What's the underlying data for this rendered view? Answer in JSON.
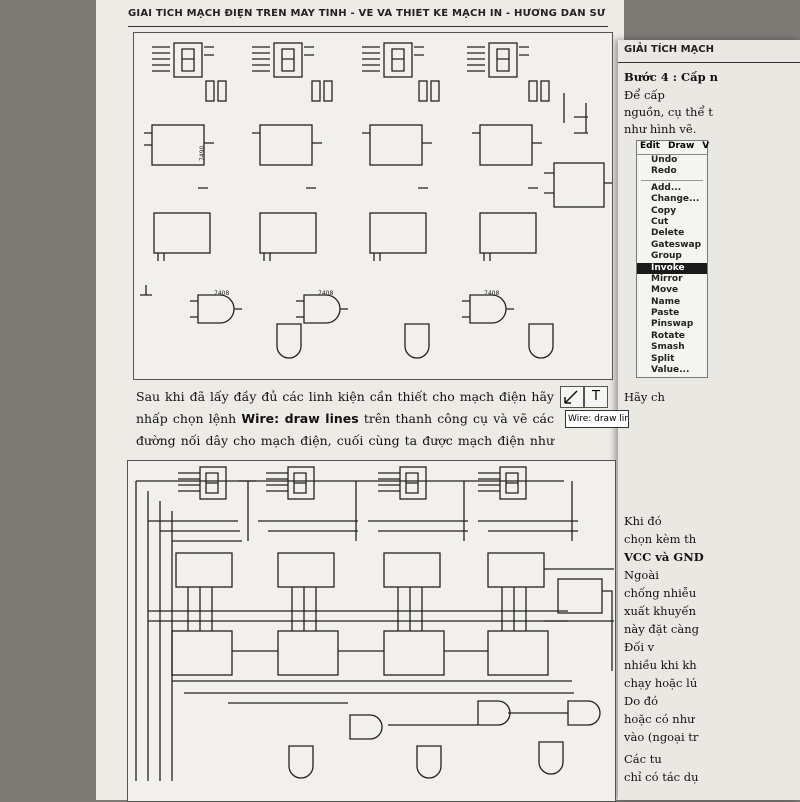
{
  "header": {
    "title": "GIẢI TÍCH MẠCH ĐIỆN TRÊN MÁY TÍNH - VẼ VÀ THIẾT KẾ MẠCH IN - HƯỚNG DẪN SỬ DỤNG EAGLE",
    "right_title": "GIẢI TÍCH MẠCH"
  },
  "schematic": {
    "part_label": "7490",
    "gate_label": "7408"
  },
  "paragraph": {
    "text_before": "Sau khi đã lấy đầy đủ các linh kiện cần thiết cho mạch điện hãy nhấp chọn lệnh ",
    "command": "Wire: draw lines",
    "text_after": " trên thanh công cụ và vẽ các đường nối dây cho mạch điện, cuối cùng ta được mạch điện như sau :"
  },
  "toolbar": {
    "wire_icon": "wire-pencil-icon",
    "text_icon": "T",
    "tooltip": "Wire: draw lines"
  },
  "right_page": {
    "step": "Bước 4 : Cấp n",
    "lines_top": [
      "Để cấp",
      "nguồn, cụ thể t",
      "như hình vẽ."
    ],
    "lines_mid": [
      "Hãy ch"
    ],
    "lines_bottom": [
      "Khi đó",
      "chọn kèm th",
      "VCC và GND",
      "Ngoài",
      "chống nhiễu",
      "xuất khuyến",
      "này đặt càng",
      "Đối v",
      "nhiều khi kh",
      "chạy hoặc lú",
      "Do đó",
      "hoặc có như",
      "vào (ngoại tr",
      "Các tu",
      "chỉ có tác dụ"
    ]
  },
  "edit_menu": {
    "bar": [
      "Edit",
      "Draw",
      "V"
    ],
    "items_a": [
      "Undo",
      "Redo"
    ],
    "items_b": [
      "Add...",
      "Change...",
      "Copy",
      "Cut",
      "Delete",
      "Gateswap",
      "Group",
      "Invoke",
      "Mirror",
      "Move",
      "Name",
      "Paste",
      "Pinswap",
      "Rotate",
      "Smash",
      "Split",
      "Value..."
    ],
    "highlighted": "Invoke"
  }
}
